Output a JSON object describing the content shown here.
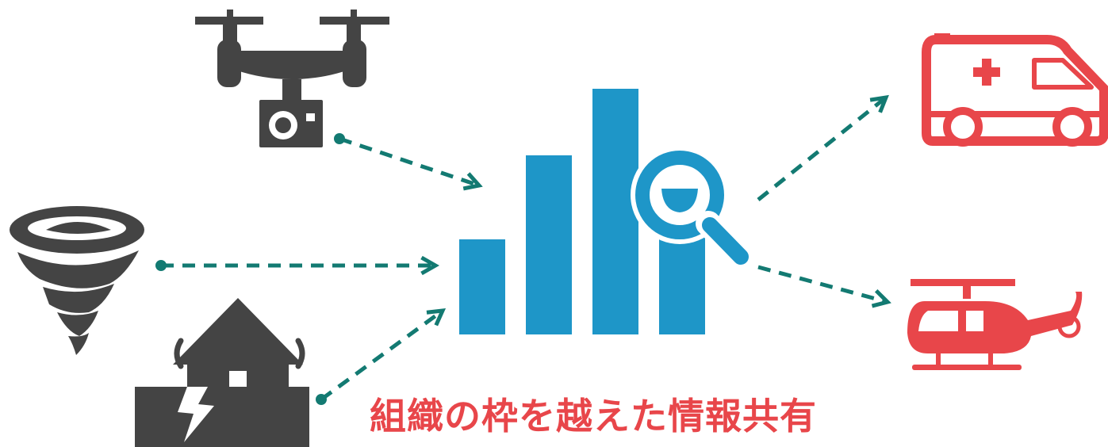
{
  "caption": {
    "text": "組織の枠を越えた情報共有"
  },
  "colors": {
    "icon_gray": "#444444",
    "chart_blue": "#1e96c8",
    "arrow_teal": "#137a72",
    "red": "#e8464a",
    "background": "#ffffff"
  },
  "sources": [
    {
      "name": "drone",
      "icon": "drone-camera-icon"
    },
    {
      "name": "tornado",
      "icon": "tornado-icon"
    },
    {
      "name": "earthquake",
      "icon": "earthquake-house-icon"
    }
  ],
  "hub": {
    "icon": "bar-chart-magnifier-icon"
  },
  "destinations": [
    {
      "name": "ambulance",
      "icon": "ambulance-icon"
    },
    {
      "name": "helicopter",
      "icon": "helicopter-icon"
    }
  ]
}
